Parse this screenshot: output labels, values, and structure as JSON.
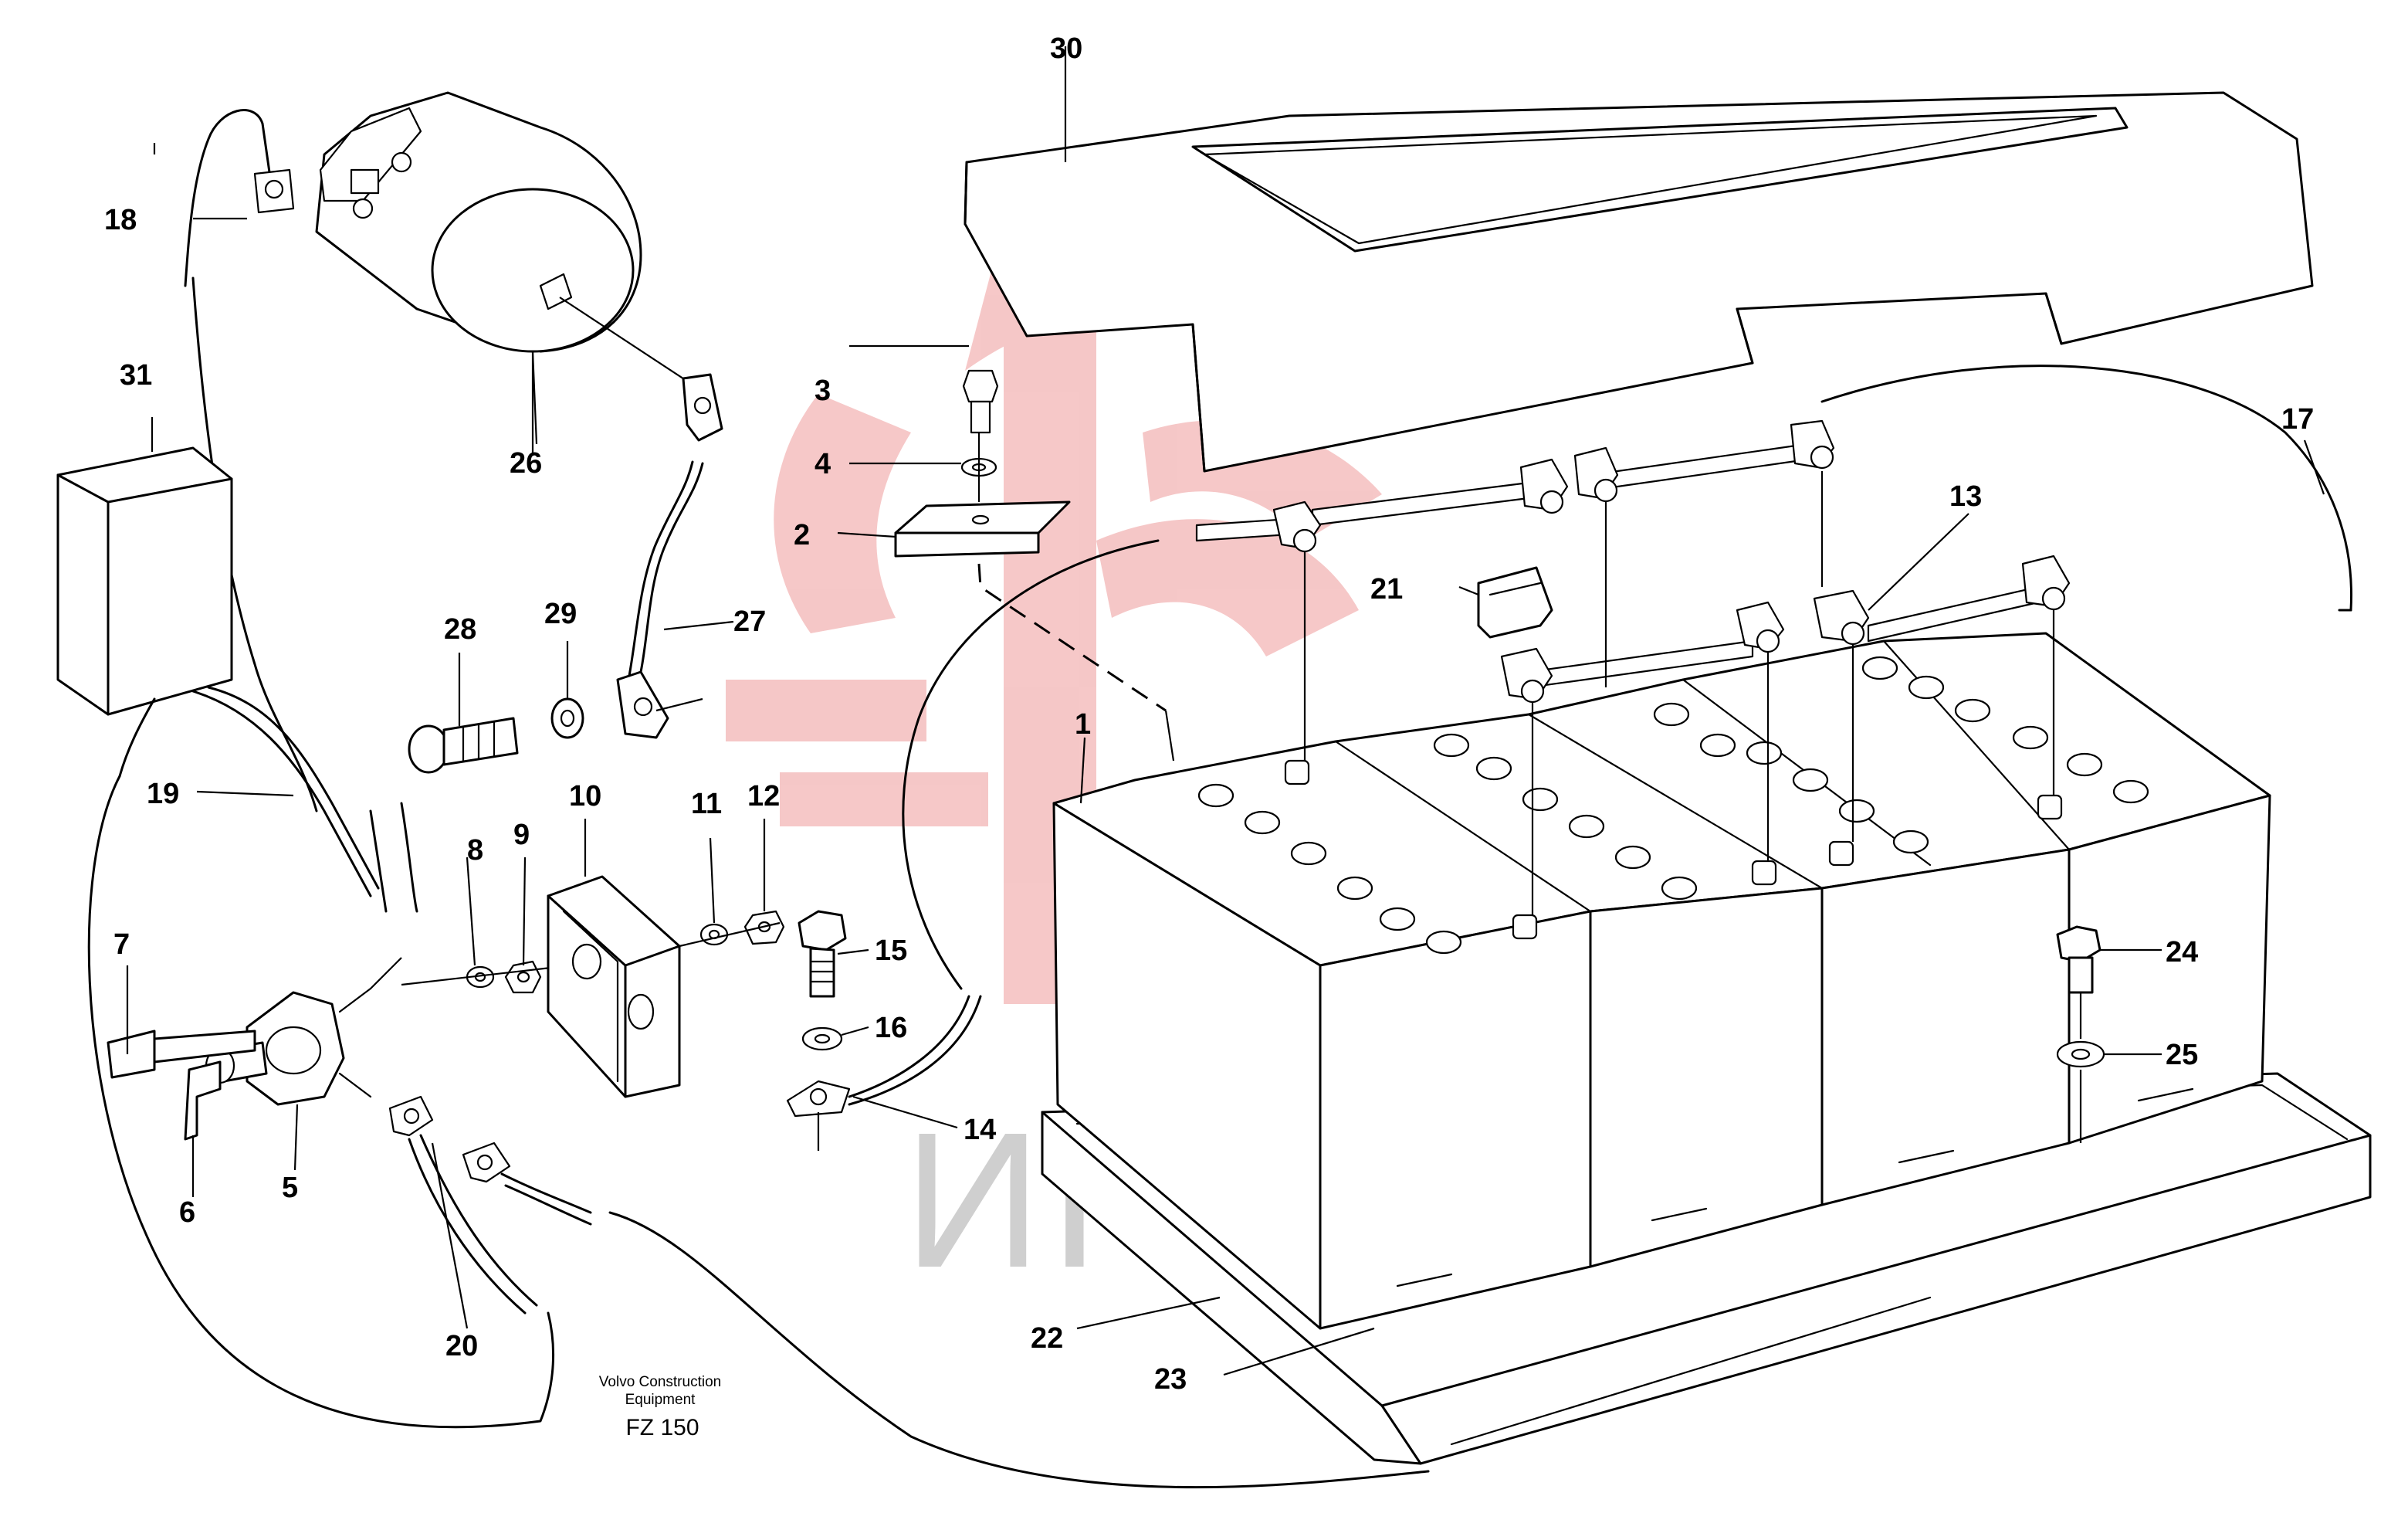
{
  "diagram": {
    "callouts": [
      {
        "id": "c1",
        "label": "1"
      },
      {
        "id": "c2",
        "label": "2"
      },
      {
        "id": "c3",
        "label": "3"
      },
      {
        "id": "c4",
        "label": "4"
      },
      {
        "id": "c5",
        "label": "5"
      },
      {
        "id": "c6",
        "label": "6"
      },
      {
        "id": "c7",
        "label": "7"
      },
      {
        "id": "c8",
        "label": "8"
      },
      {
        "id": "c9",
        "label": "9"
      },
      {
        "id": "c10",
        "label": "10"
      },
      {
        "id": "c11",
        "label": "11"
      },
      {
        "id": "c12",
        "label": "12"
      },
      {
        "id": "c13",
        "label": "13"
      },
      {
        "id": "c14",
        "label": "14"
      },
      {
        "id": "c15",
        "label": "15"
      },
      {
        "id": "c16",
        "label": "16"
      },
      {
        "id": "c17",
        "label": "17"
      },
      {
        "id": "c18",
        "label": "18"
      },
      {
        "id": "c19",
        "label": "19"
      },
      {
        "id": "c20",
        "label": "20"
      },
      {
        "id": "c21",
        "label": "21"
      },
      {
        "id": "c22",
        "label": "22"
      },
      {
        "id": "c23",
        "label": "23"
      },
      {
        "id": "c24",
        "label": "24"
      },
      {
        "id": "c25",
        "label": "25"
      },
      {
        "id": "c26",
        "label": "26"
      },
      {
        "id": "c27",
        "label": "27"
      },
      {
        "id": "c28",
        "label": "28"
      },
      {
        "id": "c29",
        "label": "29"
      },
      {
        "id": "c30",
        "label": "30"
      },
      {
        "id": "c31",
        "label": "31"
      }
    ],
    "caption": {
      "line1": "Volvo Construction",
      "line2": "Equipment",
      "model": "FZ 150"
    },
    "watermark_text": "ИНТЕХ",
    "colors": {
      "line": "#000000",
      "watermark_logo": "#f0b8b8",
      "watermark_text": "#cfcfcf"
    }
  }
}
